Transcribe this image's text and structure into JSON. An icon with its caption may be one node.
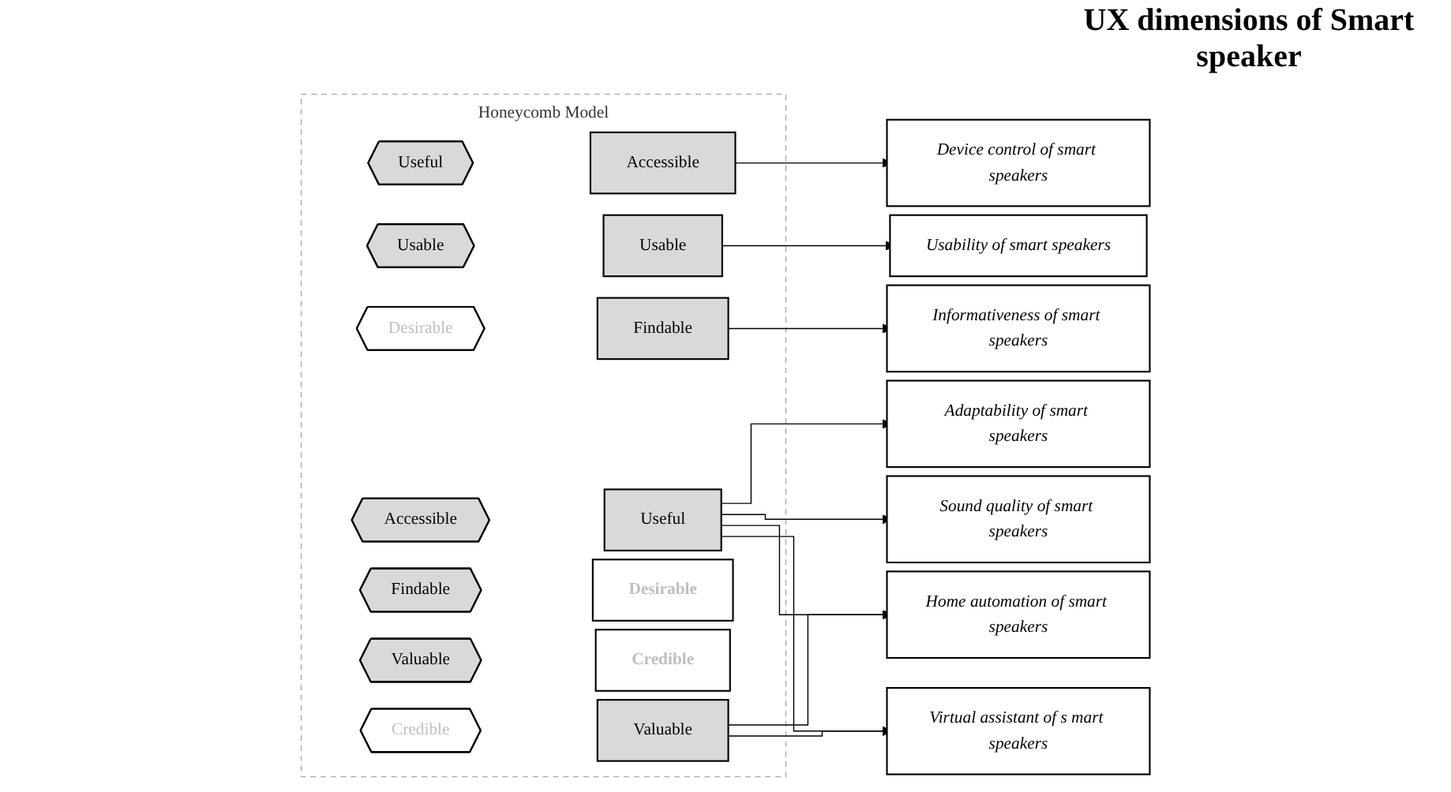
{
  "diagram": {
    "nodes": [
      {
        "text": [
          "Honeycomb Model"
        ]
      },
      {
        "text": [
          "Useful"
        ],
        "in": 0
      },
      {
        "text": [
          "Usable"
        ],
        "in": 0
      },
      {
        "text": [
          "Desirable"
        ],
        "in": 0
      },
      {
        "text": [
          "Accessible"
        ],
        "in": 0
      },
      {
        "text": [
          "Findable"
        ],
        "in": 0
      },
      {
        "text": [
          "Valuable"
        ],
        "in": 0
      },
      {
        "text": [
          "Credible"
        ],
        "in": 0
      },
      {
        "text": [
          "Accessible"
        ],
        "in": 0
      },
      {
        "text": [
          "Usable"
        ],
        "in": 0
      },
      {
        "text": [
          "Findable"
        ],
        "in": 0
      },
      {
        "text": [
          "Useful"
        ],
        "in": 0
      },
      {
        "text": [
          "Desirable"
        ],
        "in": 0
      },
      {
        "text": [
          "Credible"
        ],
        "in": 0
      },
      {
        "text": [
          "Valuable"
        ],
        "in": 0
      },
      {
        "text": [
          "Device control of smart speakers"
        ]
      },
      {
        "text": [
          "Usability of smart speakers"
        ]
      },
      {
        "text": [
          "Informativeness of smart speakers"
        ]
      },
      {
        "text": [
          "Adaptability of smart speakers"
        ]
      },
      {
        "text": [
          "Sound quality of smart speakers"
        ]
      },
      {
        "text": [
          "Home automation of smart speakers"
        ]
      },
      {
        "text": [
          "Virtual assistant of s mart speakers"
        ]
      }
    ],
    "edges": [
      {
        "from": 8,
        "to": 15,
        "arrow": "to"
      },
      {
        "from": 9,
        "to": 16,
        "arrow": "to"
      },
      {
        "from": 10,
        "to": 17,
        "arrow": "to"
      },
      {
        "from": 11,
        "to": 18,
        "arrow": "to"
      },
      {
        "from": 11,
        "to": 19,
        "arrow": "to"
      },
      {
        "from": 11,
        "to": 20,
        "arrow": "to"
      },
      {
        "from": 11,
        "to": 21,
        "arrow": "to"
      },
      {
        "from": 14,
        "to": 20,
        "arrow": "to"
      },
      {
        "from": 14,
        "to": 21,
        "arrow": "to"
      }
    ],
    "labels": [
      "UX dimensions of Smart speaker"
    ]
  }
}
